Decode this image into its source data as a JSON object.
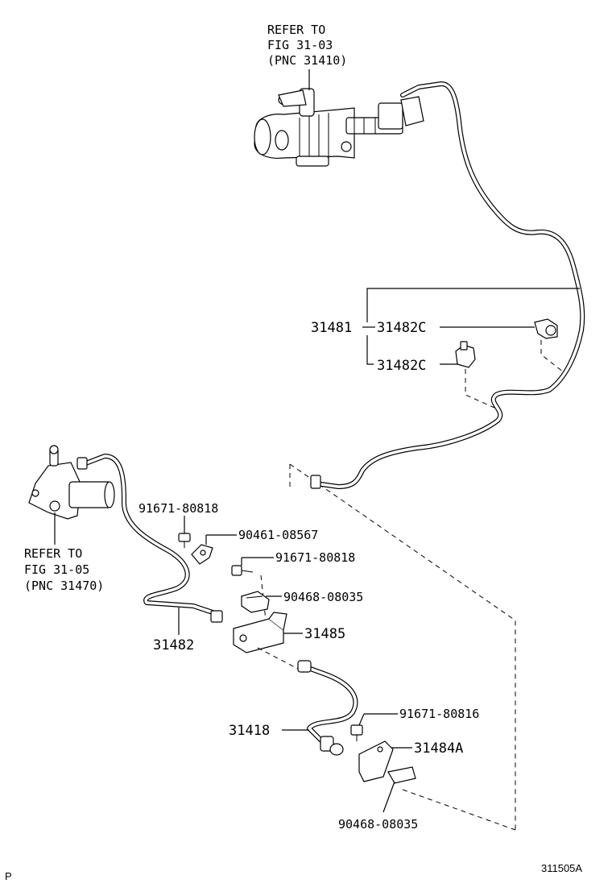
{
  "labels": {
    "refer_top_1": "REFER TO",
    "refer_top_2": "FIG 31-03",
    "refer_top_3": "(PNC 31410)",
    "p_31481": "31481",
    "p_31482c_a": "31482C",
    "p_31482c_b": "31482C",
    "p_91671_80818_a": "91671-80818",
    "p_90461_08567": "90461-08567",
    "p_91671_80818_b": "91671-80818",
    "refer_left_1": "REFER TO",
    "refer_left_2": "FIG 31-05",
    "refer_left_3": "(PNC 31470)",
    "p_90468_08035_a": "90468-08035",
    "p_31485": "31485",
    "p_31482": "31482",
    "p_91671_80816": "91671-80816",
    "p_31418": "31418",
    "p_31484a": "31484A",
    "p_90468_08035_b": "90468-08035",
    "corner_p": "P",
    "figure_code": "311505A"
  },
  "icons": {
    "master_cylinder": "clutch-master-cylinder-icon",
    "release_cylinder": "clutch-release-cylinder-icon",
    "clamp": "tube-clamp-icon",
    "bolt": "bolt-icon",
    "clip": "hose-clip-icon",
    "bracket": "bracket-icon",
    "flexible_hose": "flexible-hose-icon"
  },
  "colors": {
    "line": "#000000",
    "background": "#ffffff"
  }
}
